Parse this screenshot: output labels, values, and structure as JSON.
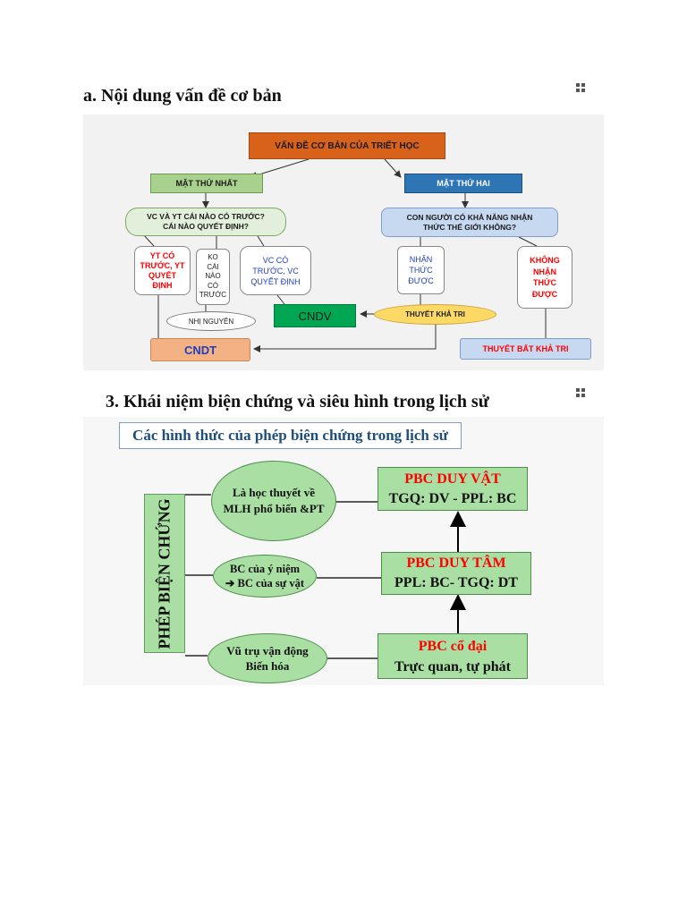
{
  "section_a": {
    "heading": "a. Nội dung vấn đề cơ bản",
    "root": "VẤN ĐỀ CƠ BẢN CỦA TRIẾT HỌC",
    "aspect_one": "MẶT THỨ NHẤT",
    "aspect_two": "MẶT THỨ HAI",
    "question_one_line1": "VC VÀ YT CÁI NÀO CÓ TRƯỚC?",
    "question_one_line2": "CÁI NÀO QUYẾT ĐỊNH?",
    "question_two_line1": "CON NGƯỜI CÓ KHẢ NĂNG NHẬN",
    "question_two_line2": "THỨC THẾ GIỚI KHÔNG?",
    "yt_first": [
      "YT CÓ",
      "TRƯỚC, YT",
      "QUYẾT",
      "ĐỊNH"
    ],
    "neither_first": [
      "KO",
      "CÁI",
      "NÀO",
      "CÓ",
      "TRƯỚC"
    ],
    "vc_first": [
      "VC CÓ",
      "TRƯỚC, VC",
      "QUYẾT ĐỊNH"
    ],
    "knowable": [
      "NHẬN",
      "THỨC",
      "ĐƯỢC"
    ],
    "unknowable": [
      "KHÔNG",
      "NHẬN",
      "THỨC",
      "ĐƯỢC"
    ],
    "dualism": "NHỊ NGUYÊN",
    "materialism": "CNDV",
    "idealism": "CNDT",
    "knowability_theory": "THUYẾT KHẢ TRI",
    "agnosticism": "THUYẾT BẤT KHẢ TRI"
  },
  "section_3": {
    "heading": "3. Khái niệm biện chứng và siêu hình trong lịch sử",
    "subtitle": "Các hình thức của phép biện chứng trong lịch sử",
    "vertical_label": "PHÉP BIỆN CHỨNG",
    "oval_top_line1": "Là học thuyết về",
    "oval_top_line2": "MLH phổ biến &PT",
    "oval_mid_line1": "BC của ý niệm",
    "oval_mid_line2": "BC của sự vật",
    "oval_bot_line1": "Vũ trụ vận động",
    "oval_bot_line2": "Biến hóa",
    "box_materialist_title": "PBC DUY VẬT",
    "box_materialist_detail": "TGQ: DV - PPL: BC",
    "box_idealist_title": "PBC DUY TÂM",
    "box_idealist_detail": "PPL: BC- TGQ: DT",
    "box_ancient_title": "PBC cổ đại",
    "box_ancient_detail": "Trực quan, tự phát"
  },
  "colors": {
    "root_fill": "#d9621a",
    "green_fill": "#a9d18e",
    "blue_fill": "#2e75b6",
    "light_blue": "#c6d9f0",
    "cndv_green": "#00a651",
    "cndt_orange": "#f4b183",
    "yellow_oval": "#ffd966",
    "red_text": "#ff0000",
    "blue_text": "#1f3fbf",
    "diagram2_green": "#a9dfa3",
    "diagram2_title_blue": "#1f4e79"
  }
}
